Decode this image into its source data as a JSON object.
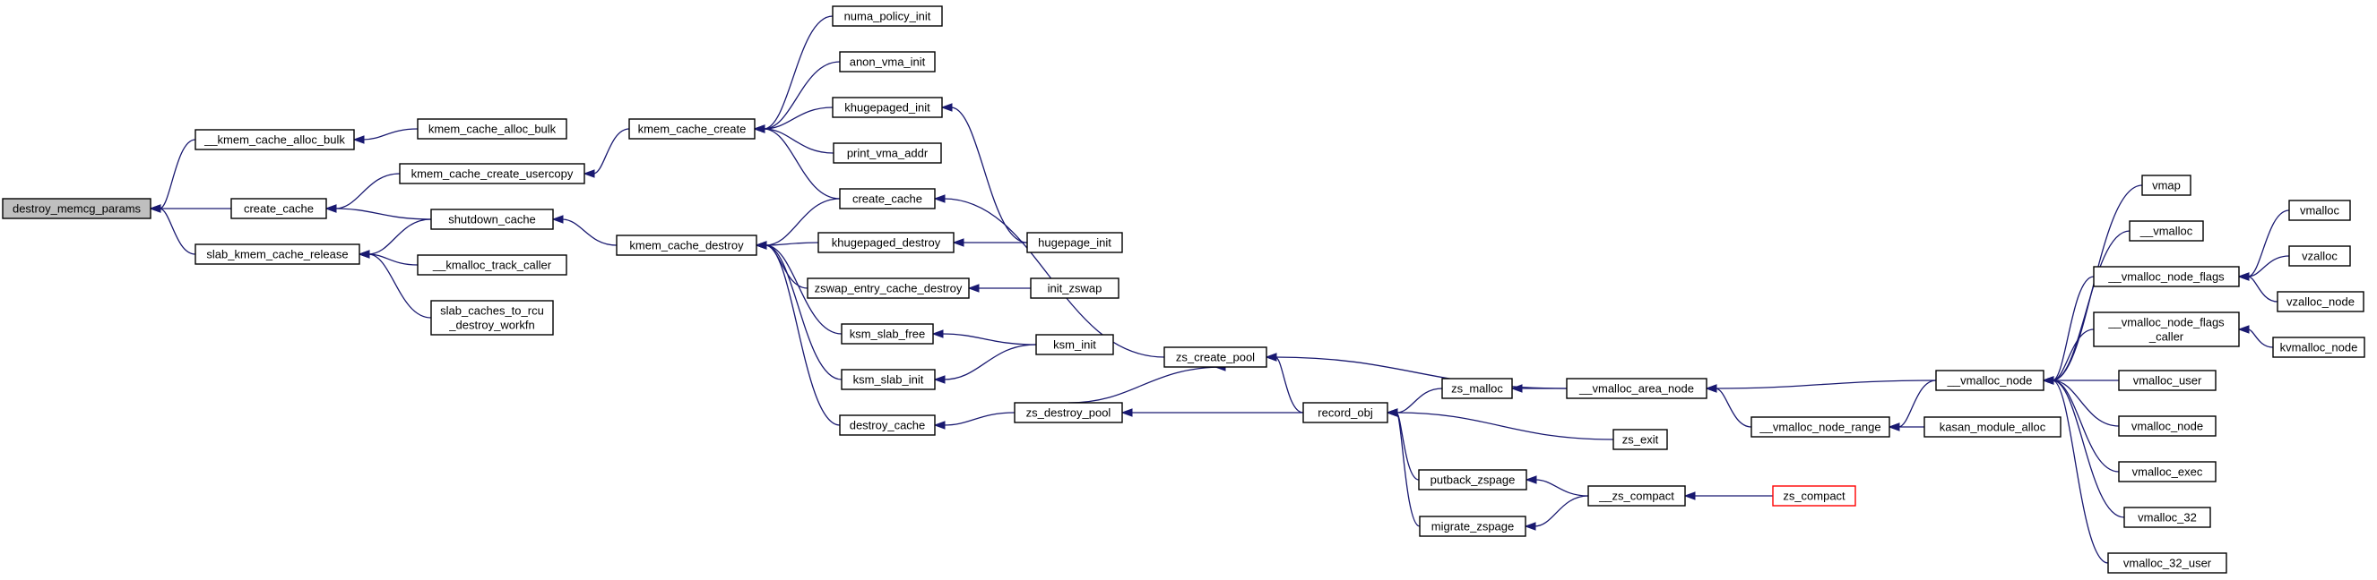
{
  "graph": {
    "title": "",
    "colors": {
      "edge": "#191970",
      "node_border": "#000000",
      "root_fill": "#bfbfbf",
      "truncated_border": "#ff0000",
      "background": "#ffffff"
    },
    "nodes": {
      "destroy_memcg_params": {
        "lines": [
          "destroy_memcg_params"
        ],
        "style": "root"
      },
      "kmem_cache_alloc_bulk_inner": {
        "lines": [
          "__kmem_cache_alloc_bulk"
        ]
      },
      "create_cache_1": {
        "lines": [
          "create_cache"
        ]
      },
      "slab_kmem_cache_release": {
        "lines": [
          "slab_kmem_cache_release"
        ]
      },
      "kmem_cache_alloc_bulk": {
        "lines": [
          "kmem_cache_alloc_bulk"
        ]
      },
      "kmem_cache_create_usercopy": {
        "lines": [
          "kmem_cache_create_usercopy"
        ]
      },
      "shutdown_cache": {
        "lines": [
          "shutdown_cache"
        ]
      },
      "kmalloc_track_caller": {
        "lines": [
          "__kmalloc_track_caller"
        ]
      },
      "slab_caches_to_rcu_destroy_workfn": {
        "lines": [
          "slab_caches_to_rcu",
          "_destroy_workfn"
        ]
      },
      "kmem_cache_create": {
        "lines": [
          "kmem_cache_create"
        ]
      },
      "kmem_cache_destroy": {
        "lines": [
          "kmem_cache_destroy"
        ]
      },
      "numa_policy_init": {
        "lines": [
          "numa_policy_init"
        ]
      },
      "anon_vma_init": {
        "lines": [
          "anon_vma_init"
        ]
      },
      "khugepaged_init": {
        "lines": [
          "khugepaged_init"
        ]
      },
      "print_vma_addr": {
        "lines": [
          "print_vma_addr"
        ]
      },
      "create_cache_2": {
        "lines": [
          "create_cache"
        ]
      },
      "khugepaged_destroy": {
        "lines": [
          "khugepaged_destroy"
        ]
      },
      "zswap_entry_cache_destroy": {
        "lines": [
          "zswap_entry_cache_destroy"
        ]
      },
      "ksm_slab_free": {
        "lines": [
          "ksm_slab_free"
        ]
      },
      "ksm_slab_init": {
        "lines": [
          "ksm_slab_init"
        ]
      },
      "destroy_cache": {
        "lines": [
          "destroy_cache"
        ]
      },
      "hugepage_init": {
        "lines": [
          "hugepage_init"
        ]
      },
      "init_zswap": {
        "lines": [
          "init_zswap"
        ]
      },
      "ksm_init": {
        "lines": [
          "ksm_init"
        ]
      },
      "zs_create_pool": {
        "lines": [
          "zs_create_pool"
        ]
      },
      "zs_destroy_pool": {
        "lines": [
          "zs_destroy_pool"
        ]
      },
      "record_obj": {
        "lines": [
          "record_obj"
        ]
      },
      "zs_malloc": {
        "lines": [
          "zs_malloc"
        ]
      },
      "putback_zspage": {
        "lines": [
          "putback_zspage"
        ]
      },
      "migrate_zspage": {
        "lines": [
          "migrate_zspage"
        ]
      },
      "vmalloc_area_node": {
        "lines": [
          "__vmalloc_area_node"
        ]
      },
      "zs_exit": {
        "lines": [
          "zs_exit"
        ]
      },
      "zs_compact_inner": {
        "lines": [
          "__zs_compact"
        ]
      },
      "zs_compact": {
        "lines": [
          "zs_compact"
        ],
        "style": "truncated"
      },
      "vmalloc_node_range": {
        "lines": [
          "__vmalloc_node_range"
        ]
      },
      "kasan_module_alloc": {
        "lines": [
          "kasan_module_alloc"
        ]
      },
      "vmalloc_node_inner": {
        "lines": [
          "__vmalloc_node"
        ]
      },
      "vmap": {
        "lines": [
          "vmap"
        ]
      },
      "vmalloc_inner": {
        "lines": [
          "__vmalloc"
        ]
      },
      "vmalloc_node_flags": {
        "lines": [
          "__vmalloc_node_flags"
        ]
      },
      "vmalloc_node_flags_caller": {
        "lines": [
          "__vmalloc_node_flags",
          "_caller"
        ]
      },
      "vmalloc_user": {
        "lines": [
          "vmalloc_user"
        ]
      },
      "vmalloc_node": {
        "lines": [
          "vmalloc_node"
        ]
      },
      "vmalloc_exec": {
        "lines": [
          "vmalloc_exec"
        ]
      },
      "vmalloc_32": {
        "lines": [
          "vmalloc_32"
        ]
      },
      "vmalloc_32_user": {
        "lines": [
          "vmalloc_32_user"
        ]
      },
      "vmalloc": {
        "lines": [
          "vmalloc"
        ]
      },
      "vzalloc": {
        "lines": [
          "vzalloc"
        ]
      },
      "vzalloc_node": {
        "lines": [
          "vzalloc_node"
        ]
      },
      "kvmalloc_node": {
        "lines": [
          "kvmalloc_node"
        ]
      }
    },
    "edges": [
      [
        "kmem_cache_alloc_bulk_inner",
        "destroy_memcg_params"
      ],
      [
        "create_cache_1",
        "destroy_memcg_params"
      ],
      [
        "slab_kmem_cache_release",
        "destroy_memcg_params"
      ],
      [
        "kmem_cache_alloc_bulk",
        "kmem_cache_alloc_bulk_inner"
      ],
      [
        "kmem_cache_create_usercopy",
        "create_cache_1"
      ],
      [
        "shutdown_cache",
        "create_cache_1"
      ],
      [
        "shutdown_cache",
        "slab_kmem_cache_release"
      ],
      [
        "kmalloc_track_caller",
        "slab_kmem_cache_release"
      ],
      [
        "slab_caches_to_rcu_destroy_workfn",
        "slab_kmem_cache_release"
      ],
      [
        "kmem_cache_create",
        "kmem_cache_create_usercopy"
      ],
      [
        "kmem_cache_destroy",
        "shutdown_cache"
      ],
      [
        "numa_policy_init",
        "kmem_cache_create"
      ],
      [
        "anon_vma_init",
        "kmem_cache_create"
      ],
      [
        "khugepaged_init",
        "kmem_cache_create"
      ],
      [
        "print_vma_addr",
        "kmem_cache_create"
      ],
      [
        "create_cache_2",
        "kmem_cache_create"
      ],
      [
        "create_cache_2",
        "kmem_cache_destroy"
      ],
      [
        "khugepaged_destroy",
        "kmem_cache_destroy"
      ],
      [
        "zswap_entry_cache_destroy",
        "kmem_cache_destroy"
      ],
      [
        "ksm_slab_free",
        "kmem_cache_destroy"
      ],
      [
        "ksm_slab_init",
        "kmem_cache_destroy"
      ],
      [
        "destroy_cache",
        "kmem_cache_destroy"
      ],
      [
        "hugepage_init",
        "khugepaged_init"
      ],
      [
        "hugepage_init",
        "khugepaged_destroy"
      ],
      [
        "init_zswap",
        "zswap_entry_cache_destroy"
      ],
      [
        "ksm_init",
        "ksm_slab_free"
      ],
      [
        "ksm_init",
        "ksm_slab_init"
      ],
      [
        "zs_create_pool",
        "create_cache_2"
      ],
      [
        "zs_destroy_pool",
        "destroy_cache"
      ],
      [
        "zs_destroy_pool",
        "zs_create_pool"
      ],
      [
        "record_obj",
        "zs_create_pool"
      ],
      [
        "record_obj",
        "zs_destroy_pool"
      ],
      [
        "vmalloc_area_node",
        "zs_create_pool"
      ],
      [
        "zs_malloc",
        "record_obj"
      ],
      [
        "zs_exit",
        "record_obj"
      ],
      [
        "putback_zspage",
        "record_obj"
      ],
      [
        "migrate_zspage",
        "record_obj"
      ],
      [
        "vmalloc_area_node",
        "zs_malloc"
      ],
      [
        "zs_compact_inner",
        "putback_zspage"
      ],
      [
        "zs_compact_inner",
        "migrate_zspage"
      ],
      [
        "zs_compact",
        "zs_compact_inner"
      ],
      [
        "vmalloc_node_range",
        "vmalloc_area_node"
      ],
      [
        "vmalloc_node_inner",
        "vmalloc_area_node"
      ],
      [
        "vmalloc_node_inner",
        "vmalloc_node_range"
      ],
      [
        "kasan_module_alloc",
        "vmalloc_node_range"
      ],
      [
        "vmap",
        "vmalloc_node_inner"
      ],
      [
        "vmalloc_inner",
        "vmalloc_node_inner"
      ],
      [
        "vmalloc_node_flags",
        "vmalloc_node_inner"
      ],
      [
        "vmalloc_node_flags_caller",
        "vmalloc_node_inner"
      ],
      [
        "vmalloc_user",
        "vmalloc_node_inner"
      ],
      [
        "vmalloc_node",
        "vmalloc_node_inner"
      ],
      [
        "vmalloc_exec",
        "vmalloc_node_inner"
      ],
      [
        "vmalloc_32",
        "vmalloc_node_inner"
      ],
      [
        "vmalloc_32_user",
        "vmalloc_node_inner"
      ],
      [
        "vmalloc",
        "vmalloc_node_flags"
      ],
      [
        "vzalloc",
        "vmalloc_node_flags"
      ],
      [
        "vzalloc_node",
        "vmalloc_node_flags"
      ],
      [
        "kvmalloc_node",
        "vmalloc_node_flags_caller"
      ]
    ]
  }
}
